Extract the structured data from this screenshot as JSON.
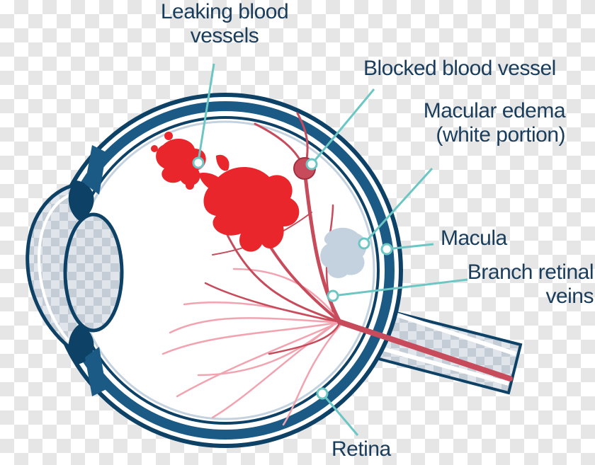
{
  "labels": {
    "leaking": {
      "line1": "Leaking blood",
      "line2": "vessels"
    },
    "blocked": "Blocked blood vessel",
    "edema": {
      "line1": "Macular edema",
      "line2": "(white portion)"
    },
    "macula": "Macula",
    "branch": {
      "line1": "Branch retinal",
      "line2": "veins"
    },
    "retina": "Retina"
  },
  "colors": {
    "outline": "#0d4266",
    "sclera_band": "#1a5a85",
    "lens_fill": "#cdd6df",
    "leader": "#6cc7c4",
    "blood": "#e8262b",
    "vein": "#c74b5b",
    "vein_light": "#f2a3b0",
    "edema": "#c4d2e0",
    "text": "#1a3d5c"
  }
}
